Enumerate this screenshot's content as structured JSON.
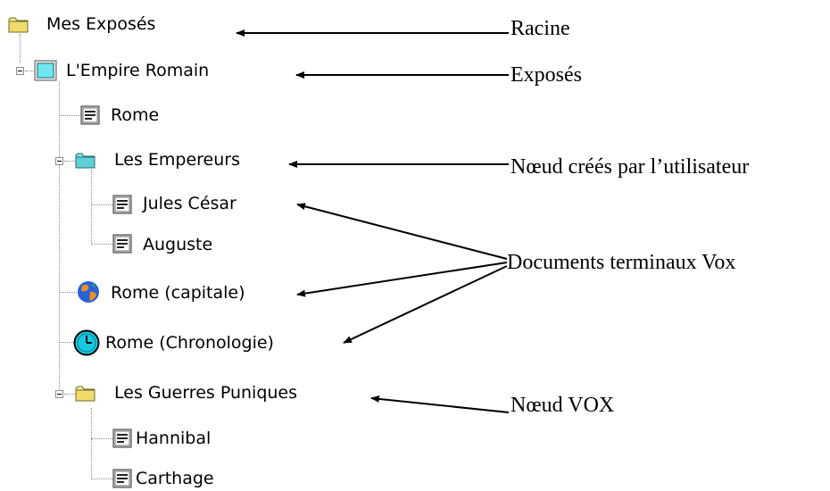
{
  "tree": {
    "root": {
      "label": "Mes Exposés",
      "icon": "folder-icon"
    },
    "expose": {
      "label": "L'Empire Romain",
      "icon": "expose-window-icon"
    },
    "rome": {
      "label": "Rome",
      "icon": "document-icon"
    },
    "empereurs": {
      "label": "Les Empereurs",
      "icon": "cyan-folder-icon"
    },
    "cesar": {
      "label": "Jules César",
      "icon": "document-icon"
    },
    "auguste": {
      "label": "Auguste",
      "icon": "document-icon"
    },
    "capitale": {
      "label": "Rome (capitale)",
      "icon": "globe-icon"
    },
    "chrono": {
      "label": "Rome (Chronologie)",
      "icon": "clock-icon"
    },
    "guerres": {
      "label": "Les Guerres Puniques",
      "icon": "folder-icon"
    },
    "hannibal": {
      "label": "Hannibal",
      "icon": "document-icon"
    },
    "carthage": {
      "label": "Carthage",
      "icon": "document-icon"
    }
  },
  "annotations": {
    "racine": "Racine",
    "exposes": "Exposés",
    "noeud_utilisateur": "Nœud créés par l’utilisateur",
    "documents_vox": "Documents terminaux Vox",
    "noeud_vox": "Nœud VOX"
  },
  "colors": {
    "folder_yellow": "#f6e58a",
    "folder_cyan": "#5ed0d8",
    "globe_blue": "#2a62d6",
    "globe_orange": "#f09020",
    "clock_cyan": "#16c8e0"
  }
}
